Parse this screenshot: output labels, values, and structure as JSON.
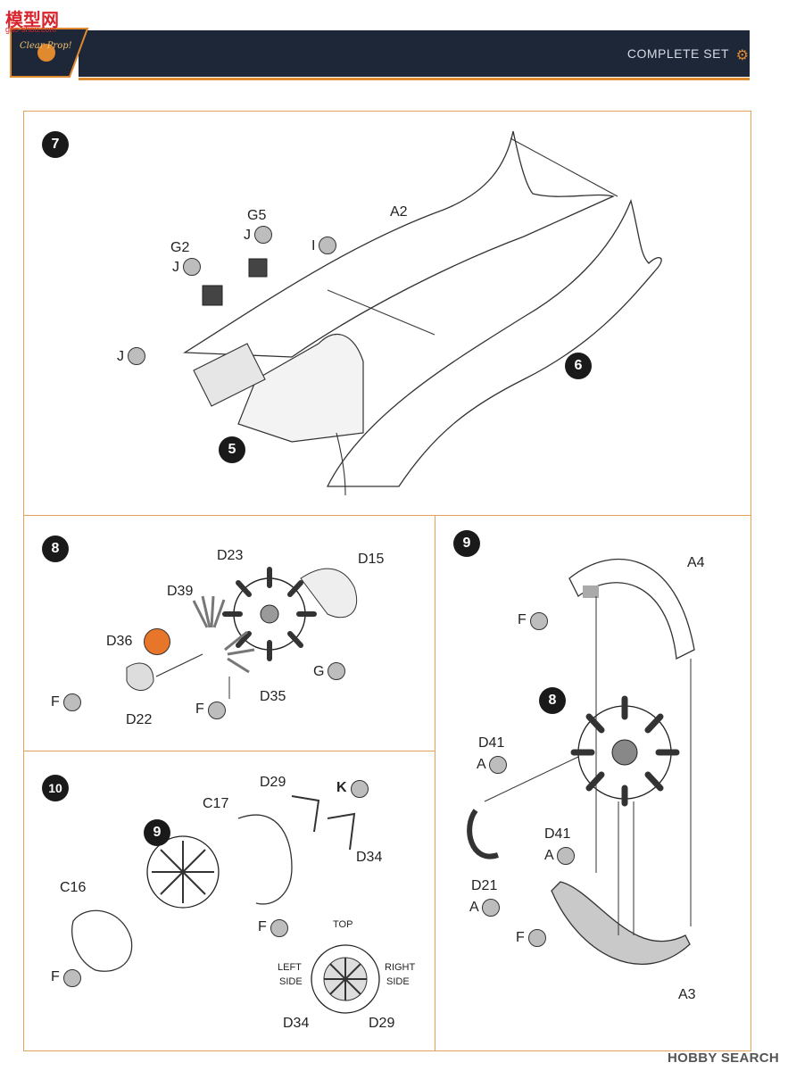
{
  "header": {
    "title": "COMPLETE SET",
    "logo_text": "Clear Prop!",
    "watermark_top": "模型网",
    "watermark_sub": "gao-shou.com"
  },
  "footer": {
    "text": "HOBBY SEARCH"
  },
  "steps": {
    "s7": {
      "number": "7",
      "sub_a": "5",
      "sub_b": "6"
    },
    "s8": {
      "number": "8"
    },
    "s9": {
      "number": "9",
      "sub": "8"
    },
    "s10": {
      "number": "10",
      "sub": "9"
    }
  },
  "labels": {
    "s7": {
      "a2": "A2",
      "g5": "G5",
      "j_g5": "J",
      "g2": "G2",
      "j_g2": "J",
      "i": "I",
      "j": "J"
    },
    "s8": {
      "d23": "D23",
      "d15": "D15",
      "d39": "D39",
      "d36": "D36",
      "f1": "F",
      "d22": "D22",
      "f2": "F",
      "d35": "D35",
      "g": "G"
    },
    "s9": {
      "a4": "A4",
      "f1": "F",
      "d41a": "D41",
      "a1": "A",
      "d41b": "D41",
      "a2": "A",
      "d21": "D21",
      "a3": "A",
      "f2": "F",
      "a3part": "A3"
    },
    "s10": {
      "d29": "D29",
      "k": "K",
      "c17": "C17",
      "d34": "D34",
      "c16": "C16",
      "f1": "F",
      "f2": "F",
      "top": "TOP",
      "left1": "LEFT",
      "left2": "SIDE",
      "right1": "RIGHT",
      "right2": "SIDE",
      "d34b": "D34",
      "d29b": "D29"
    }
  },
  "colors": {
    "accent": "#e08a30",
    "header_bg": "#1d2738",
    "panel_border": "#e3a15b",
    "highlight_part": "#e8762a"
  }
}
